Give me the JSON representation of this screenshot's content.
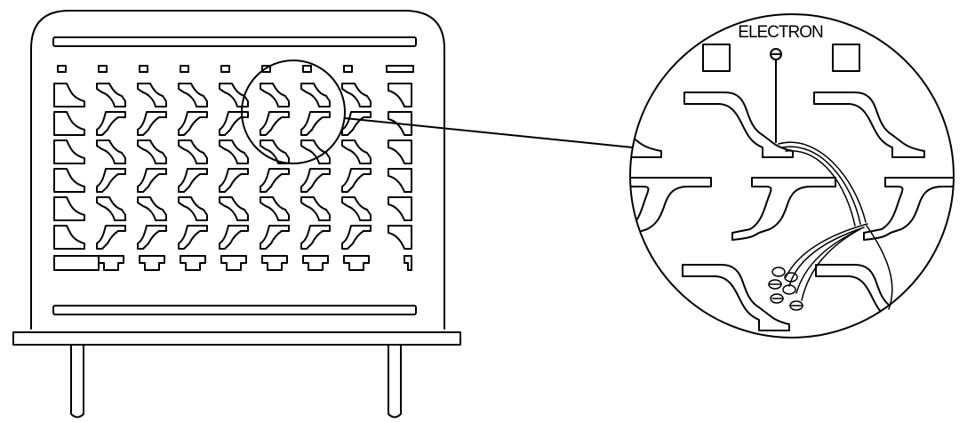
{
  "diagram": {
    "zoom_label": "ELECTRON",
    "stroke_color": "#000000",
    "background_color": "#ffffff",
    "device": {
      "cell_rows": 8,
      "cell_cols": 9
    }
  }
}
